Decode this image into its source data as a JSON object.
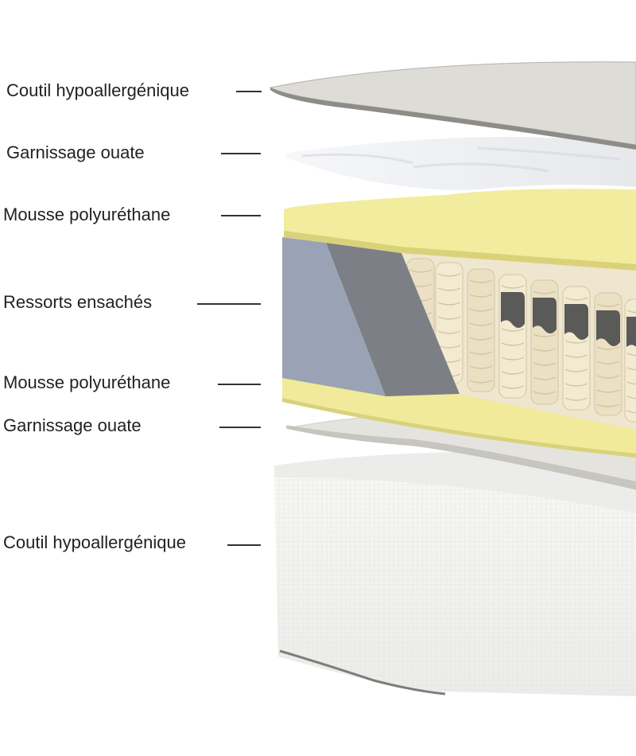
{
  "layers": [
    {
      "id": "top-ticking",
      "label": "Coutil hypoallergénique",
      "color": "#d9d7d2"
    },
    {
      "id": "top-padding",
      "label": "Garnissage ouate",
      "color": "#eef0f2"
    },
    {
      "id": "top-foam",
      "label": "Mousse polyuréthane",
      "color": "#f2ec9e"
    },
    {
      "id": "pocket-springs",
      "label": "Ressorts ensachés",
      "color": "#efe6cf"
    },
    {
      "id": "bottom-foam",
      "label": "Mousse polyuréthane",
      "color": "#f2ec9e"
    },
    {
      "id": "bottom-padding",
      "label": "Garnissage ouate",
      "color": "#e4e3de"
    },
    {
      "id": "bottom-ticking",
      "label": "Coutil hypoallergénique",
      "color": "#f3f3f1"
    }
  ],
  "colors": {
    "side_panel": "#9aa3b5",
    "side_panel_shadow": "#7c7f86",
    "spring_shadow": "#5a5a58",
    "label_text": "#222222",
    "leader_line": "#333333"
  }
}
